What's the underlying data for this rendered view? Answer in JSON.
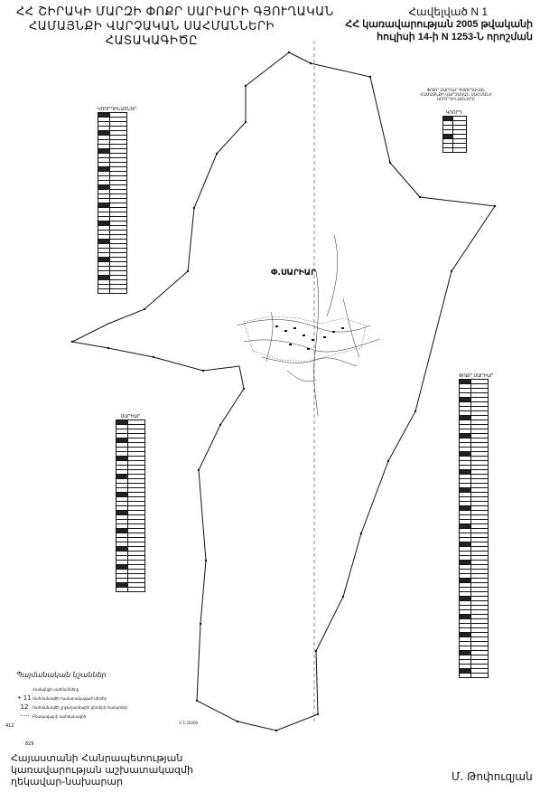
{
  "title_left": {
    "line1": "ՀՀ ՇԻՐԱԿԻ ՄԱՐԶԻ ՓՈՔՐ ՍԱՐԻԱՐԻ ԳՅՈՒՂԱԿԱՆ",
    "line2": "ՀԱՄԱՅՆՔԻ ՎԱՐՉԱԿԱՆ ՍԱՀՄԱՆՆԵՐԻ",
    "line3": "ՀԱՏԱԿԱԳԻԾԸ"
  },
  "title_right": {
    "annex": "Հավելված N 1",
    "line1": "ՀՀ կառավարության 2005 թվականի",
    "line2": "հուլիսի 14-ի N 1253-Ն որոշման"
  },
  "right_caption": {
    "line1": "ՓՈՔՐ ՍԱՐԻԱՐ ԳՅՈՒՂԱԿԱՆ",
    "line2": "ՀԱՄԱՅՆՔԻ ՎԱՐՉԱԿԱՆ ՍԱՀՄԱՆԻ",
    "line3": "ԿՈՈՐԴԻՆԱՏՆԵՐԸ"
  },
  "village_label": "Փ.ՍԱՐԻԱՐ",
  "page_numbers": {
    "left_edge": "412",
    "bottom": "829"
  },
  "legend": {
    "title": "Պայմանական նշաններ",
    "items": [
      {
        "symbol": "",
        "text": "Համայնքի սահմանները"
      },
      {
        "symbol": "• 11",
        "text": "Սահմանագծի համարակալված կետեր"
      },
      {
        "symbol": "12",
        "text": "Սահմանագծի շրջադարձային կետերի համարներ"
      },
      {
        "symbol": "·····",
        "text": "Բնակավայրի սահմանագիծ"
      }
    ],
    "scale_text": "Մ 1:25000"
  },
  "bottom_left": {
    "line1": "Հայաստանի Հանրապետության",
    "line2": "կառավարության աշխատակազմի",
    "line3": "ղեկավար-նախարար"
  },
  "signature": "Մ. Թոփուզյան",
  "tables": {
    "top_left_title": "ԿՈՈՐԴԻՆԱՏՆԵՐ",
    "middle_left_title": "ՍԱՐԻԱՐ",
    "right_title": "ՓՈՔՐ ՍԱՐԻԱՐ",
    "small_right_title": "ԿՈՈՐԴ."
  },
  "colors": {
    "ink": "#111111",
    "paper": "#ffffff"
  }
}
